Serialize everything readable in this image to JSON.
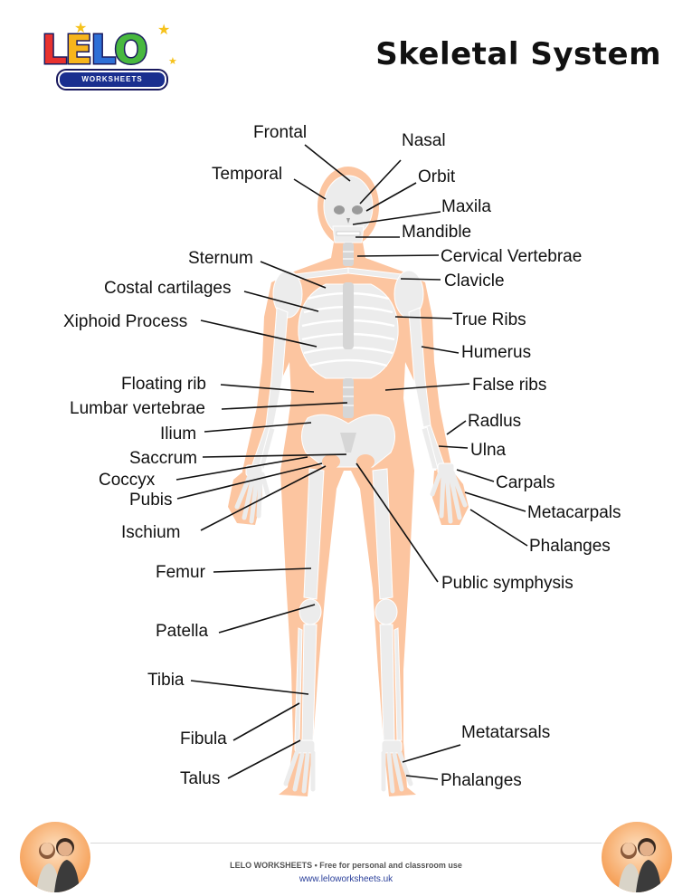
{
  "brand": {
    "logo_letters": [
      {
        "char": "L",
        "color": "#e8322f"
      },
      {
        "char": "E",
        "color": "#f7b51c"
      },
      {
        "char": "L",
        "color": "#2e6fd6"
      },
      {
        "char": "O",
        "color": "#48b83f"
      }
    ],
    "logo_tagline": "WORKSHEETS"
  },
  "title": "Skeletal System",
  "labels": [
    {
      "id": "frontal",
      "text": "Frontal"
    },
    {
      "id": "nasal",
      "text": "Nasal"
    },
    {
      "id": "temporal",
      "text": "Temporal"
    },
    {
      "id": "orbit",
      "text": "Orbit"
    },
    {
      "id": "maxila",
      "text": "Maxila"
    },
    {
      "id": "mandible",
      "text": "Mandible"
    },
    {
      "id": "sternum",
      "text": "Sternum"
    },
    {
      "id": "cervical-vertebrae",
      "text": "Cervical Vertebrae"
    },
    {
      "id": "clavicle",
      "text": "Clavicle"
    },
    {
      "id": "costal-cartilages",
      "text": "Costal cartilages"
    },
    {
      "id": "xiphoid-process",
      "text": "Xiphoid Process"
    },
    {
      "id": "true-ribs",
      "text": "True Ribs"
    },
    {
      "id": "humerus",
      "text": "Humerus"
    },
    {
      "id": "floating-rib",
      "text": "Floating rib"
    },
    {
      "id": "false-ribs",
      "text": "False ribs"
    },
    {
      "id": "lumbar-vertebrae",
      "text": "Lumbar vertebrae"
    },
    {
      "id": "radius",
      "text": "Radlus"
    },
    {
      "id": "ilium",
      "text": "Ilium"
    },
    {
      "id": "ulna",
      "text": "Ulna"
    },
    {
      "id": "saccrum",
      "text": "Saccrum"
    },
    {
      "id": "carpals",
      "text": "Carpals"
    },
    {
      "id": "coccyx",
      "text": "Coccyx"
    },
    {
      "id": "metacarpals",
      "text": "Metacarpals"
    },
    {
      "id": "pubis",
      "text": "Pubis"
    },
    {
      "id": "phalanges-hand",
      "text": "Phalanges"
    },
    {
      "id": "ischium",
      "text": "Ischium"
    },
    {
      "id": "femur",
      "text": "Femur"
    },
    {
      "id": "public-symphysis",
      "text": "Public symphysis"
    },
    {
      "id": "patella",
      "text": "Patella"
    },
    {
      "id": "tibia",
      "text": "Tibia"
    },
    {
      "id": "metatarsals",
      "text": "Metatarsals"
    },
    {
      "id": "fibula",
      "text": "Fibula"
    },
    {
      "id": "talus",
      "text": "Talus"
    },
    {
      "id": "phalanges-foot",
      "text": "Phalanges"
    }
  ],
  "footer": {
    "text": "LELO WORKSHEETS  •  Free for personal and classroom use",
    "url": "www.leloworksheets.uk"
  },
  "colors": {
    "body": "#fcc5a0",
    "bone": "#ececec",
    "bone_shade": "#d6d6d6",
    "leader": "#111111"
  }
}
